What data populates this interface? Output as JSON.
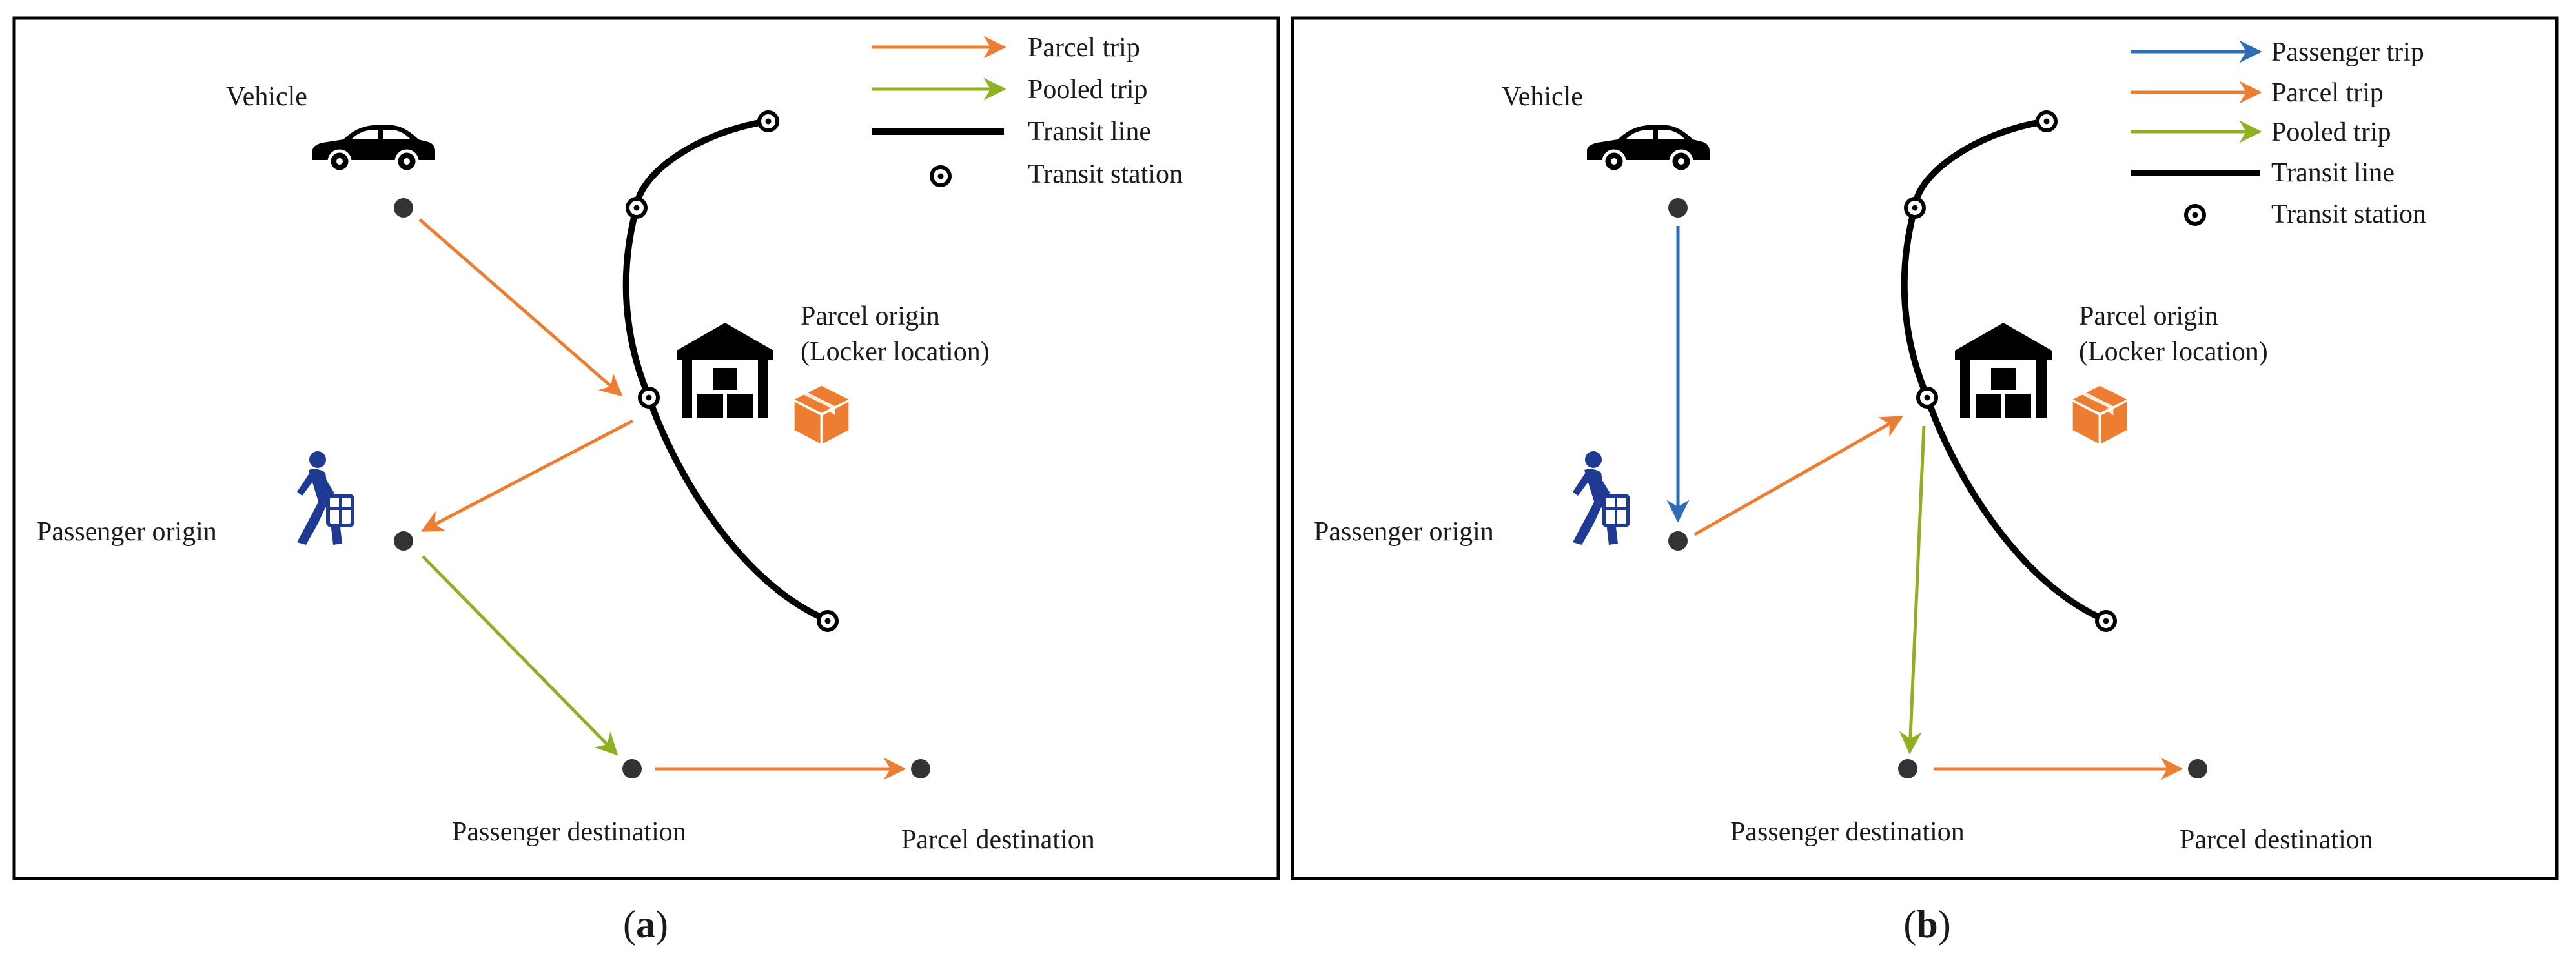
{
  "colors": {
    "parcel": "#ED7D31",
    "pooled": "#8FB020",
    "passenger": "#2E6DB4",
    "transit": "#000000",
    "person": "#1F3A93",
    "box": "#ED7D31"
  },
  "icons": [
    "car-icon",
    "walking-person-with-suitcase-icon",
    "warehouse-locker-icon",
    "parcel-box-icon",
    "transit-station-icon"
  ],
  "panels": [
    {
      "caption_letter": "a",
      "legend": [
        {
          "type": "parcel",
          "label": "Parcel trip"
        },
        {
          "type": "pooled",
          "label": "Pooled trip"
        },
        {
          "type": "transit-line",
          "label": "Transit line"
        },
        {
          "type": "transit-station",
          "label": "Transit station"
        }
      ],
      "labels": {
        "vehicle": "Vehicle",
        "parcel_origin_1": "Parcel origin",
        "parcel_origin_2": "(Locker location)",
        "passenger_origin": "Passenger origin",
        "passenger_destination": "Passenger destination",
        "parcel_destination": "Parcel destination"
      }
    },
    {
      "caption_letter": "b",
      "legend": [
        {
          "type": "passenger",
          "label": "Passenger trip"
        },
        {
          "type": "parcel",
          "label": "Parcel trip"
        },
        {
          "type": "pooled",
          "label": "Pooled trip"
        },
        {
          "type": "transit-line",
          "label": "Transit line"
        },
        {
          "type": "transit-station",
          "label": "Transit station"
        }
      ],
      "labels": {
        "vehicle": "Vehicle",
        "parcel_origin_1": "Parcel origin",
        "parcel_origin_2": "(Locker location)",
        "passenger_origin": "Passenger origin",
        "passenger_destination": "Passenger destination",
        "parcel_destination": "Parcel destination"
      }
    }
  ]
}
